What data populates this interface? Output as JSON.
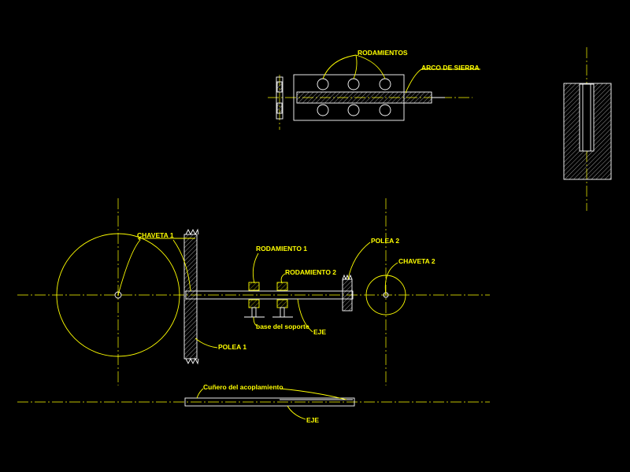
{
  "labels": {
    "rodamientos": "RODAMIENTOS",
    "arco_de_sierra": "ARCO DE SIERRA",
    "chaveta_1": "CHAVETA 1",
    "rodamiento_1": "RODAMIENTO 1",
    "rodamiento_2": "RODAMIENTO 2",
    "polea_2": "POLEA 2",
    "chaveta_2": "CHAVETA 2",
    "base_del_soporte": "base del soporte",
    "eje_top": "EJE",
    "polea_1": "POLEA 1",
    "cunero": "Cuñero del acoplamiento",
    "eje_bottom": "EJE"
  },
  "colors": {
    "background": "#000000",
    "annotation": "#ffff00",
    "geometry": "#ffffff"
  }
}
